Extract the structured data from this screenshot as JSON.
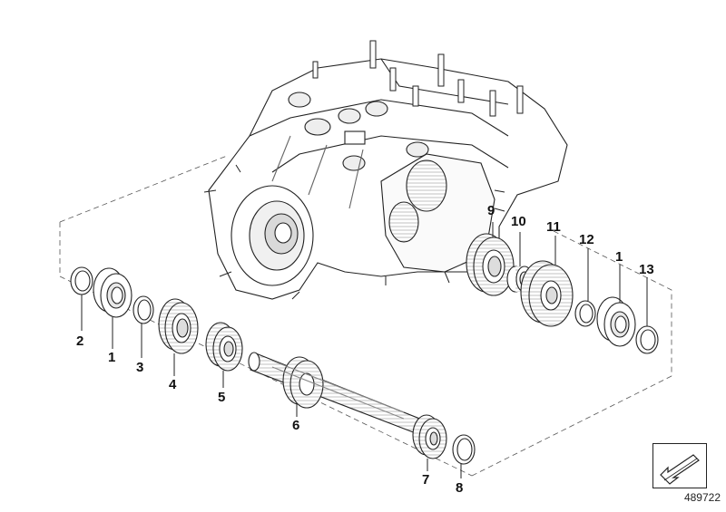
{
  "callouts": [
    {
      "id": "c2",
      "label": "2"
    },
    {
      "id": "c1a",
      "label": "1"
    },
    {
      "id": "c3",
      "label": "3"
    },
    {
      "id": "c4",
      "label": "4"
    },
    {
      "id": "c5",
      "label": "5"
    },
    {
      "id": "c6",
      "label": "6"
    },
    {
      "id": "c7",
      "label": "7"
    },
    {
      "id": "c8",
      "label": "8"
    },
    {
      "id": "c9",
      "label": "9"
    },
    {
      "id": "c10",
      "label": "10"
    },
    {
      "id": "c11",
      "label": "11"
    },
    {
      "id": "c12",
      "label": "12"
    },
    {
      "id": "c1b",
      "label": "1"
    },
    {
      "id": "c13",
      "label": "13"
    }
  ],
  "reference": {
    "diagram_number": "489722"
  },
  "icons": {
    "navigation": "arrow-down-left-icon"
  },
  "colors": {
    "line": "#222222",
    "fill": "#ffffff",
    "shade": "#d9d9d9"
  }
}
